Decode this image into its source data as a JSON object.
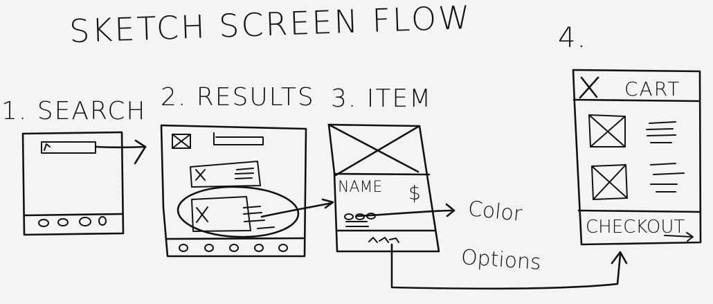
{
  "title": "SKETCH SCREEN FLOW",
  "steps": [
    {
      "label": "1. SEARCH"
    },
    {
      "label": "2. RESULTS"
    },
    {
      "label": "3. ITEM"
    },
    {
      "label": "4."
    }
  ],
  "screens": {
    "item": {
      "name_label": "NAME",
      "price_label": "$"
    },
    "cart": {
      "title": "CART",
      "checkout_label": "CHECKOUT"
    }
  },
  "annotation": {
    "line1": "Color",
    "line2": "Options"
  }
}
